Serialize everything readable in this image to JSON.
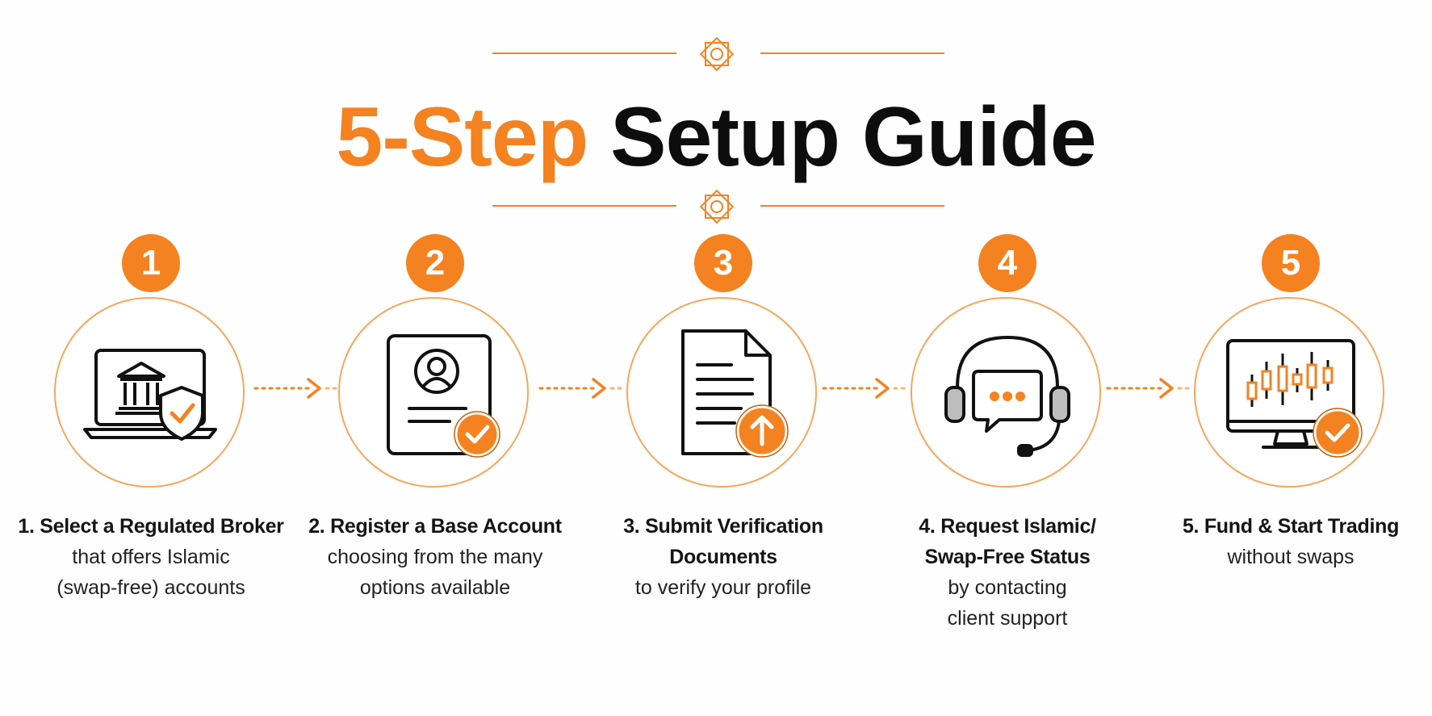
{
  "title": {
    "accent": "5-Step",
    "rest": "Setup Guide"
  },
  "colors": {
    "accent": "#f58220",
    "text": "#111111",
    "ring": "#f8a65c"
  },
  "steps": [
    {
      "number": "1",
      "icon": "laptop-bank-shield-icon",
      "title": "1. Select a Regulated Broker",
      "desc": [
        "that offers Islamic",
        "(swap-free) accounts"
      ]
    },
    {
      "number": "2",
      "icon": "profile-card-check-icon",
      "title": "2. Register a Base Account",
      "desc": [
        "choosing from the many",
        "options available"
      ]
    },
    {
      "number": "3",
      "icon": "document-upload-icon",
      "title": "3. Submit Verification",
      "title2": "Documents",
      "desc": [
        "to verify your profile"
      ]
    },
    {
      "number": "4",
      "icon": "headset-chat-icon",
      "title": "4. Request Islamic/",
      "title2": "Swap-Free Status",
      "desc": [
        "by contacting",
        "client support"
      ]
    },
    {
      "number": "5",
      "icon": "monitor-candlestick-check-icon",
      "title": "5. Fund & Start Trading",
      "desc": [
        "without swaps"
      ]
    }
  ]
}
